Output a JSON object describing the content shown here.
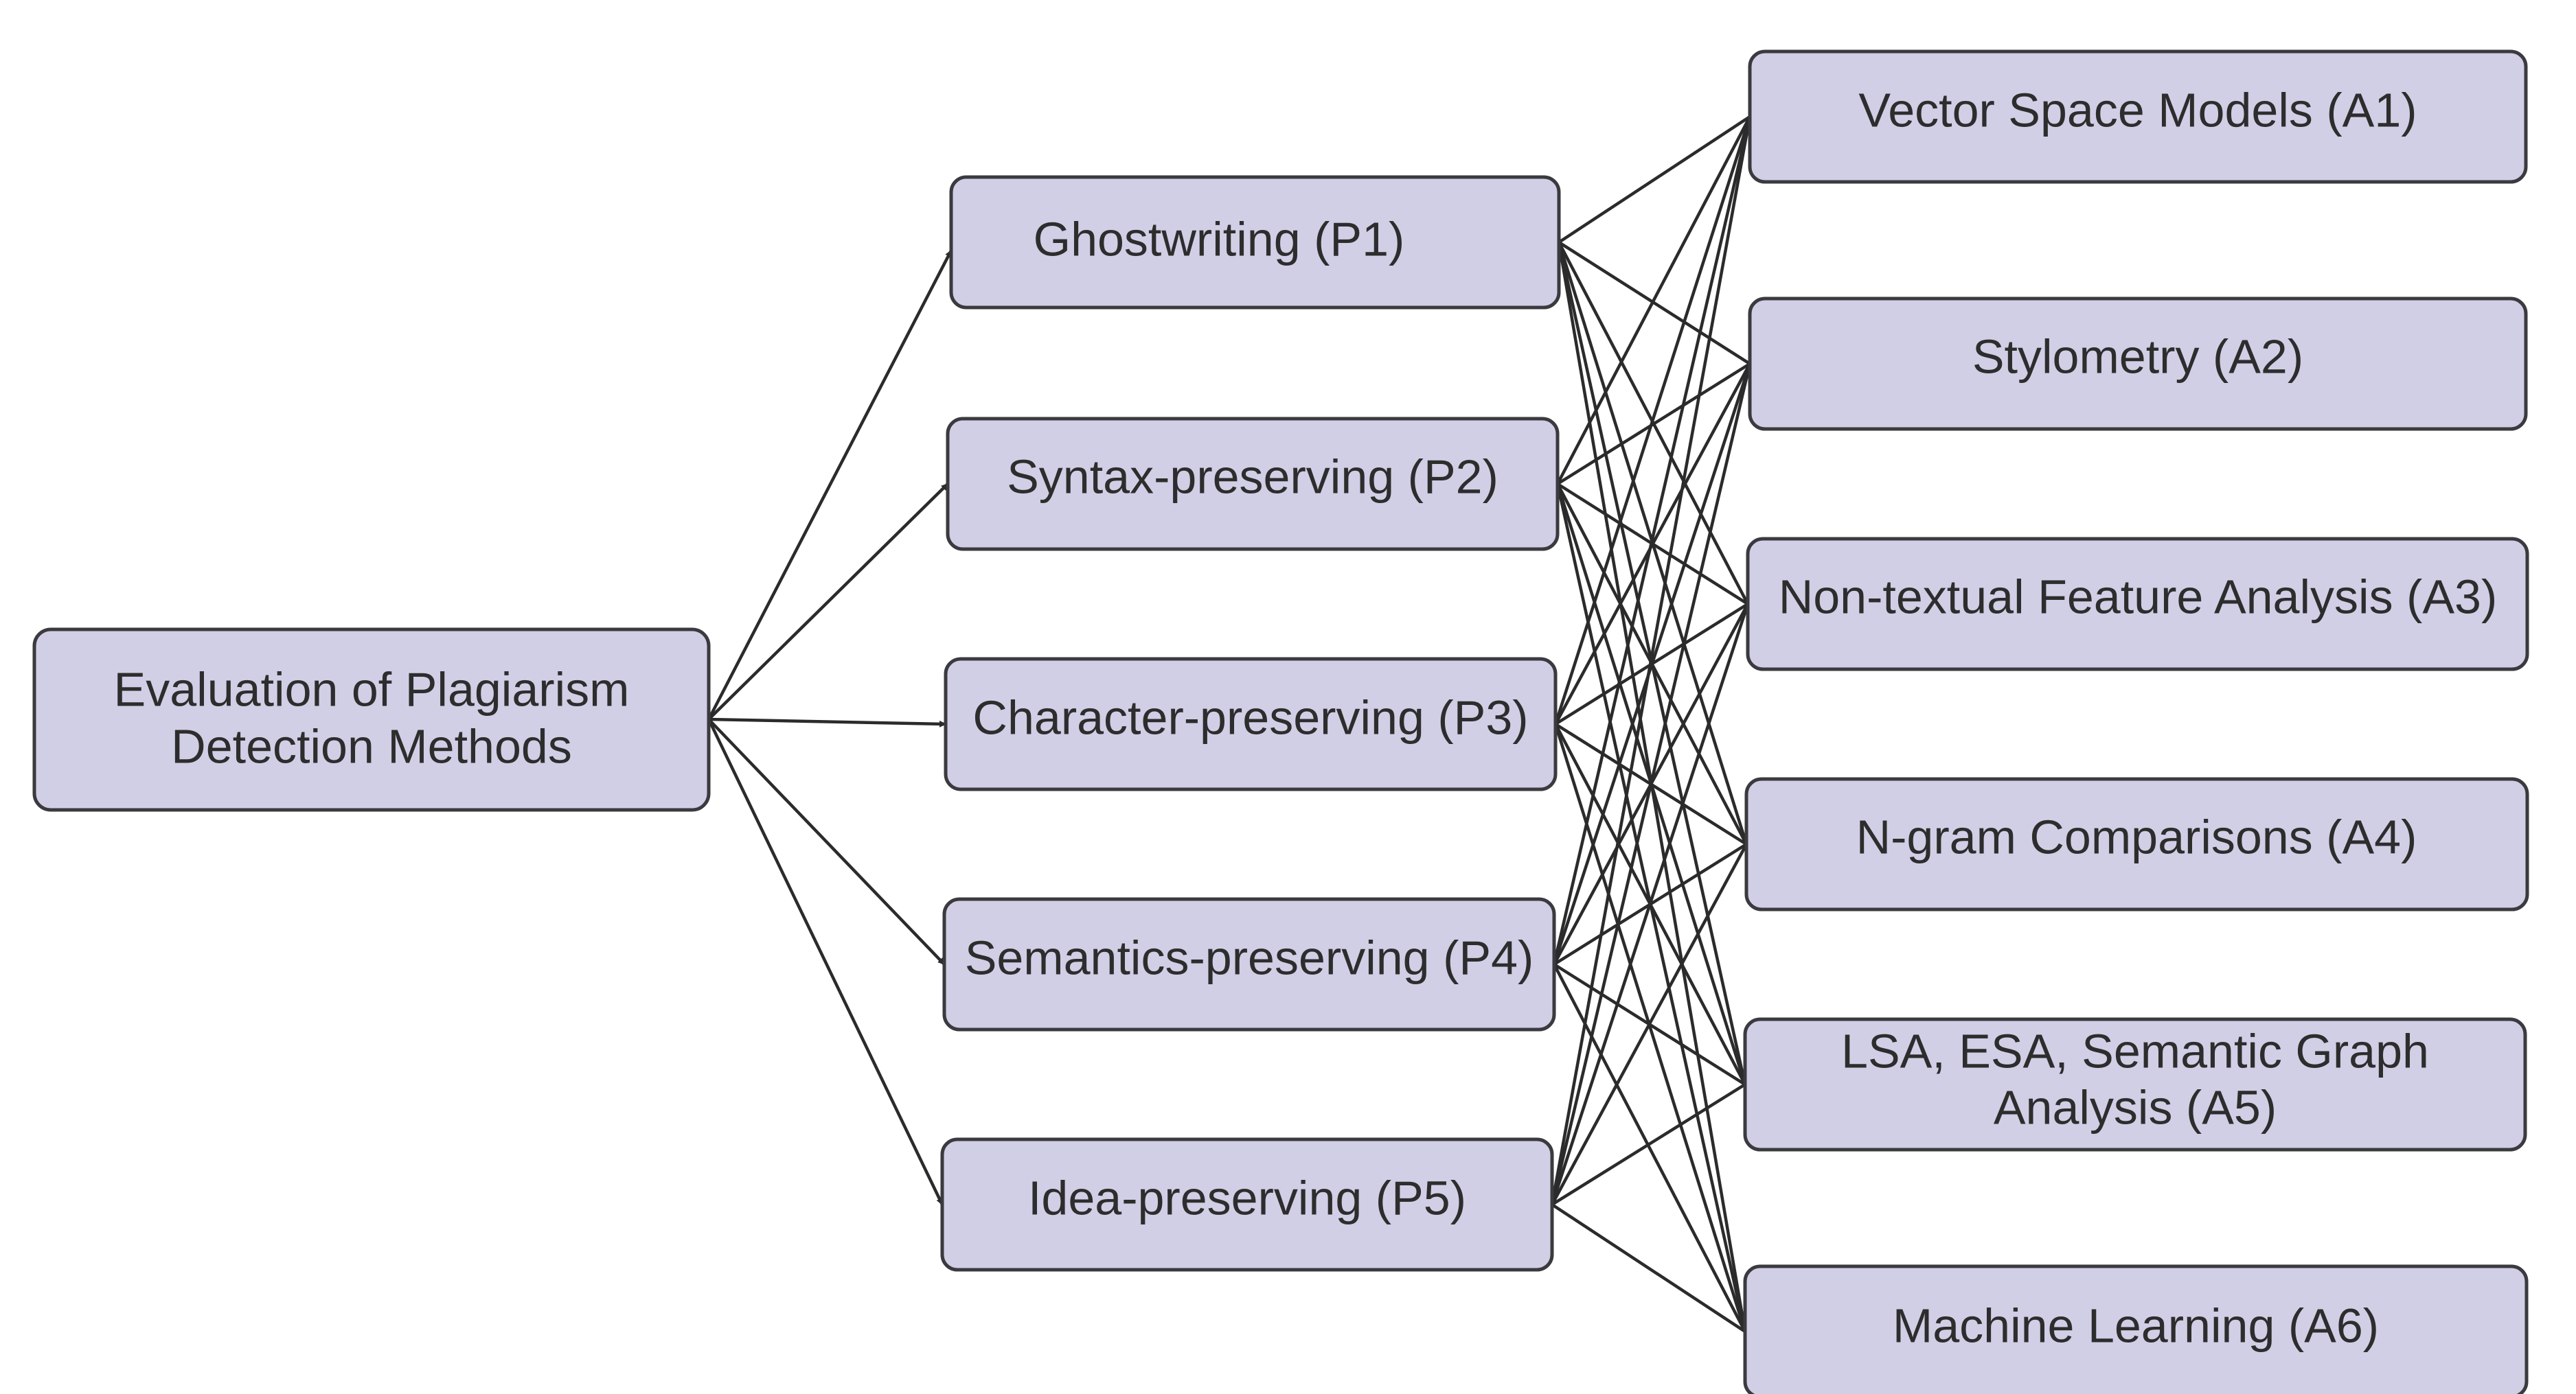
{
  "root": {
    "label_line1": "Evaluation of Plagiarism",
    "label_line2": "Detection Methods"
  },
  "plagiarism_types": [
    {
      "id": "P1",
      "label": "Ghostwriting (P1)"
    },
    {
      "id": "P2",
      "label": "Syntax-preserving (P2)"
    },
    {
      "id": "P3",
      "label": "Character-preserving (P3)"
    },
    {
      "id": "P4",
      "label": "Semantics-preserving (P4)"
    },
    {
      "id": "P5",
      "label": "Idea-preserving (P5)"
    }
  ],
  "approaches": [
    {
      "id": "A1",
      "label_line1": "Vector Space Models (A1)",
      "label_line2": ""
    },
    {
      "id": "A2",
      "label_line1": "Stylometry (A2)",
      "label_line2": ""
    },
    {
      "id": "A3",
      "label_line1": "Non-textual Feature Analysis (A3)",
      "label_line2": ""
    },
    {
      "id": "A4",
      "label_line1": "N-gram Comparisons (A4)",
      "label_line2": ""
    },
    {
      "id": "A5",
      "label_line1": "LSA, ESA, Semantic Graph",
      "label_line2": "Analysis (A5)"
    },
    {
      "id": "A6",
      "label_line1": "Machine Learning (A6)",
      "label_line2": ""
    }
  ],
  "colors": {
    "box_fill": "#d1cfe6",
    "box_stroke": "#3a3a3f",
    "edge": "#2b2b2b",
    "text": "#2d2d2d"
  }
}
